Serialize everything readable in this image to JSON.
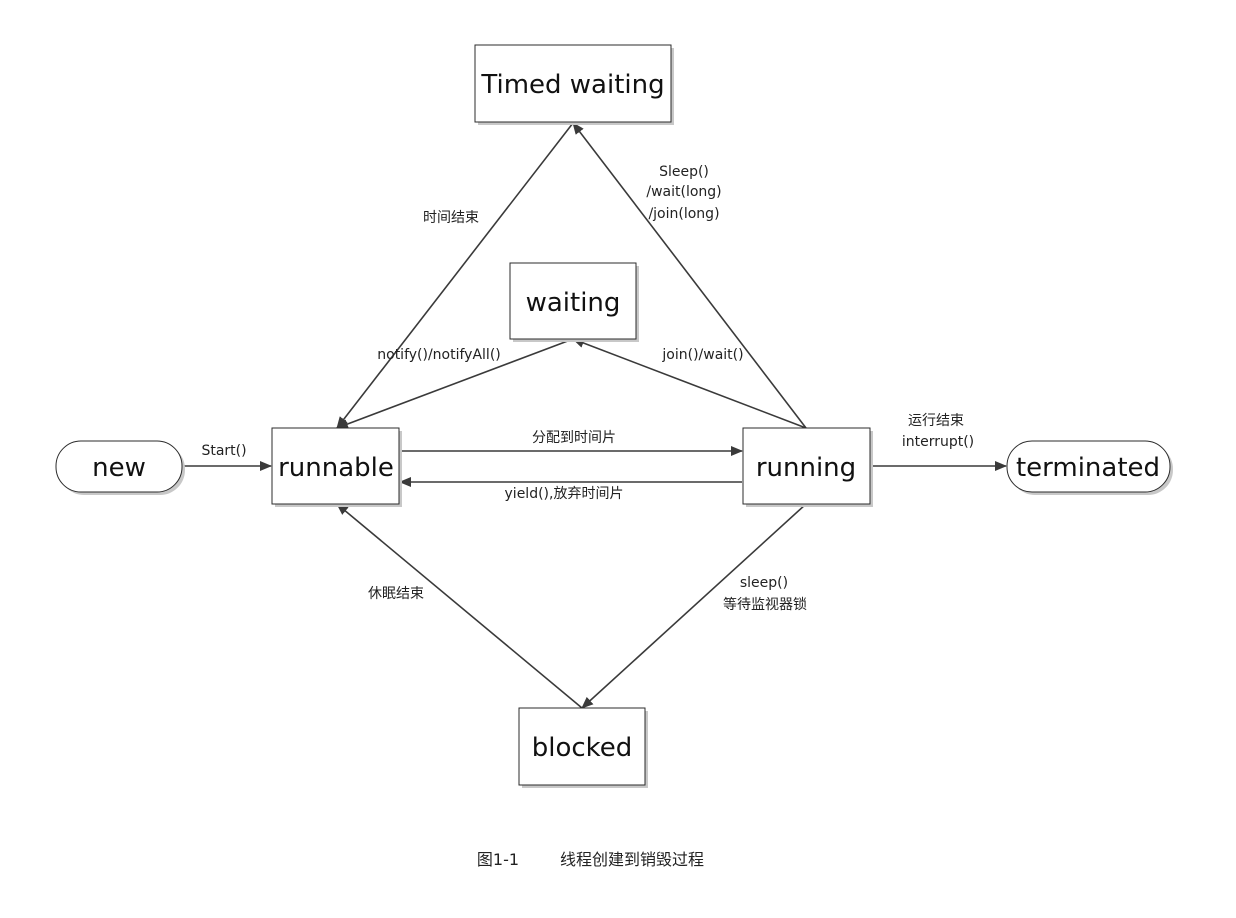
{
  "nodes": {
    "new": "new",
    "runnable": "runnable",
    "running": "running",
    "terminated": "terminated",
    "timed_waiting": "Timed waiting",
    "waiting": "waiting",
    "blocked": "blocked"
  },
  "edges": {
    "start": "Start()",
    "time_end": "时间结束",
    "sleep_wait_join": [
      "Sleep()",
      "/wait(long)",
      "/join(long)"
    ],
    "notify": "notify()/notifyAll()",
    "join_wait": "join()/wait()",
    "allocate_slice": "分配到时间片",
    "yield": "yield(),放弃时间片",
    "run_end": [
      "运行结束",
      "interrupt()"
    ],
    "sleep_lock": [
      "sleep()",
      "等待监视器锁"
    ],
    "sleep_end": "休眠结束"
  },
  "caption": {
    "figure_no": "图1-1",
    "title": "线程创建到销毁过程"
  }
}
